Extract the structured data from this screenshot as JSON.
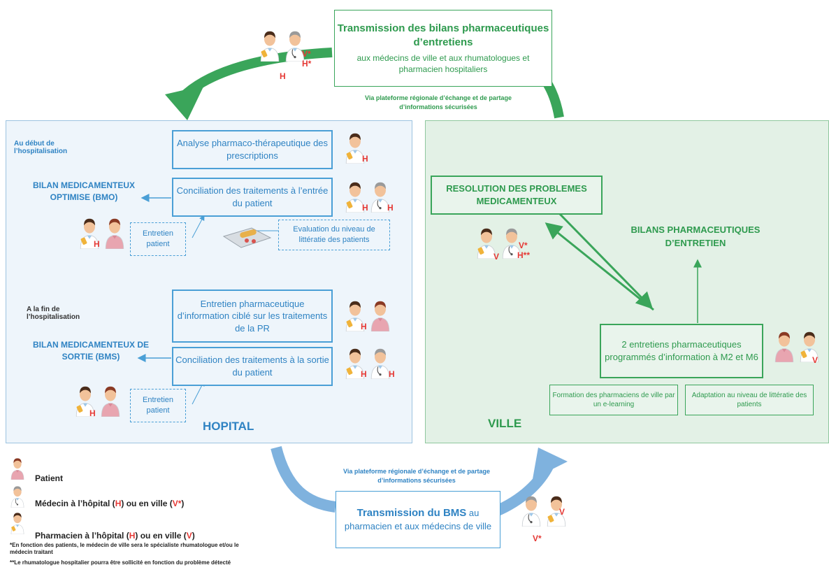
{
  "top_box": {
    "title": "Transmission des bilans pharmaceutiques d’entretiens",
    "subtitle": "aux médecins de ville et aux rhumatologues et pharmacien hospitaliers"
  },
  "top_via": "Via plateforme régionale d’échange et de partage d’informations sécurisées",
  "hopital": {
    "start_label": "Au début de l’hospitalisation",
    "analyse": "Analyse pharmaco-thérapeutique des prescriptions",
    "bmo": "BILAN MEDICAMENTEUX OPTIMISE (BMO)",
    "conciliation_entree": "Conciliation des traitements à l’entrée du patient",
    "entretien_patient_1": "Entretien patient",
    "evaluation": "Evaluation du niveau de littératie des patients",
    "end_label": "A la fin de l’hospitalisation",
    "entretien_cible": "Entretien pharmaceutique d’information ciblé sur les traitements de la PR",
    "bms": "BILAN MEDICAMENTEUX DE SORTIE (BMS)",
    "conciliation_sortie": "Conciliation des traitements à la sortie du patient",
    "entretien_patient_2": "Entretien patient",
    "title": "HOPITAL"
  },
  "ville": {
    "resolution": "RESOLUTION DES PROBLEMES MEDICAMENTEUX",
    "bilans": "BILANS PHARMACEUTIQUES D’ENTRETIEN",
    "entretiens": "2 entretiens pharmaceutiques programmés d’information à M2 et M6",
    "formation": "Formation des pharmaciens de ville par un e-learning",
    "adaptation": "Adaptation au niveau de littératie des patients",
    "title": "VILLE"
  },
  "bottom_via": "Via plateforme régionale d’échange et de partage d’informations sécurisées",
  "bottom_box": {
    "title_bold": "Transmission du BMS",
    "title_rest": " au pharmacien et aux médecins de ville"
  },
  "legend": {
    "patient": "Patient",
    "medecin_prefix": "Médecin à l’hôpital (",
    "medecin_mid": ") ou en ville (",
    "medecin_v": "V*",
    "pharmacien_prefix": "Pharmacien à l’hôpital (",
    "pharmacien_mid": ") ou en ville (",
    "pharmacien_v": "V",
    "close": ")",
    "h": "H",
    "note1": "*En fonction des patients, le médecin de ville sera le spécialiste rhumatologue et/ou le médecin traitant",
    "note2": "**Le rhumatologue hospitalier pourra être sollicité en fonction du problème détecté"
  },
  "marks": {
    "h": "H",
    "v": "V",
    "v_star": "V*",
    "h_star": "H*",
    "h_2star": "H**"
  },
  "colors": {
    "hopital_blue": "#2f83c3",
    "ville_green": "#2e9a4e",
    "red": "#e53935"
  }
}
